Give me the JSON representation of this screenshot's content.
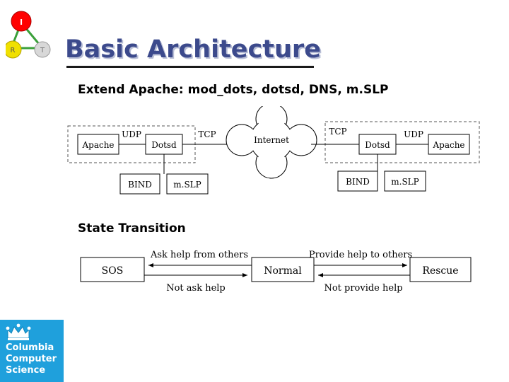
{
  "slide": {
    "title": "Basic Architecture",
    "headings": {
      "extend": "Extend Apache: mod_dots, dotsd, DNS, m.SLP",
      "state": "State Transition"
    }
  },
  "logo": {
    "top_label": "I",
    "left_label": "R",
    "right_label": "T",
    "top_color": "#ff0000",
    "left_color": "#f0e000",
    "right_color": "#cccccc",
    "line_color": "#3aa03a"
  },
  "architecture_diagram": {
    "left_group": {
      "boxes": [
        "Apache",
        "UDP",
        "Dotsd"
      ],
      "lower_boxes": [
        "BIND",
        "m.SLP"
      ]
    },
    "right_group": {
      "boxes": [
        "Dotsd",
        "UDP",
        "Apache"
      ],
      "lower_boxes": [
        "BIND",
        "m.SLP"
      ]
    },
    "left_link_label": "TCP",
    "right_link_label": "TCP",
    "cloud_label": "Internet"
  },
  "state_transition": {
    "states": [
      "SOS",
      "Normal",
      "Rescue"
    ],
    "transitions": [
      {
        "label": "Ask help from others",
        "direction": "right-to-left",
        "position": "top-left"
      },
      {
        "label": "Not ask help",
        "direction": "left-to-right",
        "position": "bottom-left"
      },
      {
        "label": "Provide help to others",
        "direction": "left-to-right",
        "position": "top-right"
      },
      {
        "label": "Not provide help",
        "direction": "right-to-left",
        "position": "bottom-right"
      }
    ]
  },
  "footer_badge": {
    "lines": [
      "Columbia",
      "Computer",
      "Science"
    ],
    "background": "#1fa0dc"
  }
}
